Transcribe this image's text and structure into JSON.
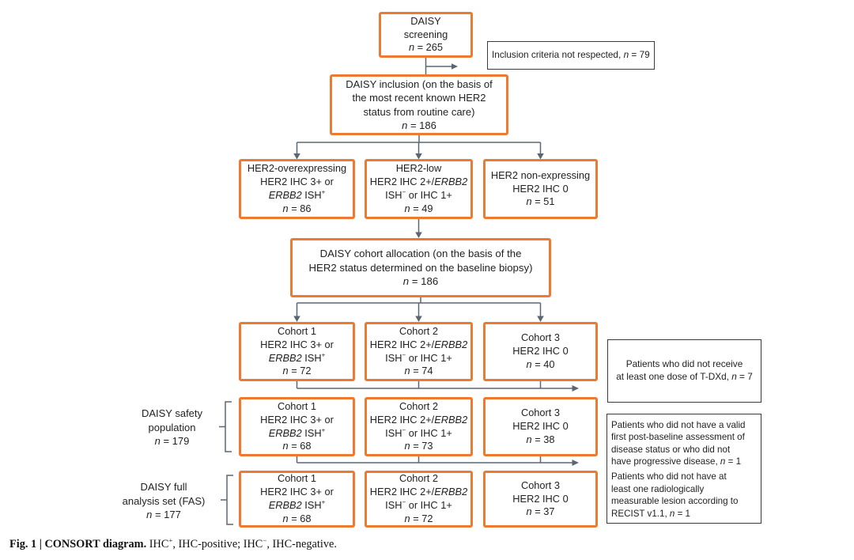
{
  "colors": {
    "box_border": "#ED7A30",
    "connector_line": "#5B6770",
    "exclusion_border": "#3A3A3A",
    "text": "#222222"
  },
  "screening": {
    "lines": [
      [
        {
          "t": "DAISY"
        }
      ],
      [
        {
          "t": "screening"
        }
      ],
      [
        {
          "t": "n",
          "i": true
        },
        {
          "t": " = 265"
        }
      ]
    ]
  },
  "screening_exclusion": {
    "lines": [
      [
        {
          "t": "Inclusion criteria not respected, "
        },
        {
          "t": "n",
          "i": true
        },
        {
          "t": " = 79"
        }
      ]
    ]
  },
  "inclusion": {
    "lines": [
      [
        {
          "t": "DAISY inclusion (on the basis of"
        }
      ],
      [
        {
          "t": "the most recent known HER2"
        }
      ],
      [
        {
          "t": "status from routine care)"
        }
      ],
      [
        {
          "t": "n",
          "i": true
        },
        {
          "t": " = 186"
        }
      ]
    ]
  },
  "her2_groups": {
    "overexpressing": {
      "lines": [
        [
          {
            "t": "HER2-overexpressing"
          }
        ],
        [
          {
            "t": "HER2 IHC 3+ or"
          }
        ],
        [
          {
            "t": "ERBB2",
            "i": true
          },
          {
            "t": " ISH"
          },
          {
            "t": "+",
            "s": true
          }
        ],
        [
          {
            "t": "n",
            "i": true
          },
          {
            "t": " = 86"
          }
        ]
      ]
    },
    "low": {
      "lines": [
        [
          {
            "t": "HER2-low"
          }
        ],
        [
          {
            "t": "HER2 IHC 2+/"
          },
          {
            "t": "ERBB2",
            "i": true
          }
        ],
        [
          {
            "t": "ISH"
          },
          {
            "t": "−",
            "s": true
          },
          {
            "t": " or IHC 1+"
          }
        ],
        [
          {
            "t": "n",
            "i": true
          },
          {
            "t": " = 49"
          }
        ]
      ]
    },
    "non_expressing": {
      "lines": [
        [
          {
            "t": "HER2 non-expressing"
          }
        ],
        [
          {
            "t": "HER2 IHC 0"
          }
        ],
        [
          {
            "t": "n",
            "i": true
          },
          {
            "t": " = 51"
          }
        ]
      ]
    }
  },
  "allocation": {
    "lines": [
      [
        {
          "t": "DAISY cohort allocation (on the basis of the"
        }
      ],
      [
        {
          "t": "HER2 status determined on the baseline biopsy)"
        }
      ],
      [
        {
          "t": "n",
          "i": true
        },
        {
          "t": " = 186"
        }
      ]
    ]
  },
  "rows": {
    "allocation_row": {
      "cohort1": {
        "lines": [
          [
            {
              "t": "Cohort 1"
            }
          ],
          [
            {
              "t": "HER2 IHC 3+ or"
            }
          ],
          [
            {
              "t": "ERBB2",
              "i": true
            },
            {
              "t": " ISH"
            },
            {
              "t": "+",
              "s": true
            }
          ],
          [
            {
              "t": "n",
              "i": true
            },
            {
              "t": " = 72"
            }
          ]
        ]
      },
      "cohort2": {
        "lines": [
          [
            {
              "t": "Cohort 2"
            }
          ],
          [
            {
              "t": "HER2 IHC 2+/"
            },
            {
              "t": "ERBB2",
              "i": true
            }
          ],
          [
            {
              "t": "ISH"
            },
            {
              "t": "−",
              "s": true
            },
            {
              "t": " or IHC 1+"
            }
          ],
          [
            {
              "t": "n",
              "i": true
            },
            {
              "t": " = 74"
            }
          ]
        ]
      },
      "cohort3": {
        "lines": [
          [
            {
              "t": "Cohort 3"
            }
          ],
          [
            {
              "t": "HER2 IHC 0"
            }
          ],
          [
            {
              "t": "n",
              "i": true
            },
            {
              "t": " = 40"
            }
          ]
        ]
      }
    },
    "safety": {
      "label": {
        "lines": [
          [
            {
              "t": "DAISY safety"
            }
          ],
          [
            {
              "t": "population"
            }
          ],
          [
            {
              "t": "n",
              "i": true
            },
            {
              "t": " = 179"
            }
          ]
        ]
      },
      "cohort1": {
        "lines": [
          [
            {
              "t": "Cohort 1"
            }
          ],
          [
            {
              "t": "HER2 IHC 3+ or"
            }
          ],
          [
            {
              "t": "ERBB2",
              "i": true
            },
            {
              "t": " ISH"
            },
            {
              "t": "+",
              "s": true
            }
          ],
          [
            {
              "t": "n",
              "i": true
            },
            {
              "t": " = 68"
            }
          ]
        ]
      },
      "cohort2": {
        "lines": [
          [
            {
              "t": "Cohort 2"
            }
          ],
          [
            {
              "t": "HER2 IHC 2+/"
            },
            {
              "t": "ERBB2",
              "i": true
            }
          ],
          [
            {
              "t": "ISH"
            },
            {
              "t": "−",
              "s": true
            },
            {
              "t": " or IHC 1+"
            }
          ],
          [
            {
              "t": "n",
              "i": true
            },
            {
              "t": " = 73"
            }
          ]
        ]
      },
      "cohort3": {
        "lines": [
          [
            {
              "t": "Cohort 3"
            }
          ],
          [
            {
              "t": "HER2 IHC 0"
            }
          ],
          [
            {
              "t": "n",
              "i": true
            },
            {
              "t": " = 38"
            }
          ]
        ]
      }
    },
    "fas": {
      "label": {
        "lines": [
          [
            {
              "t": "DAISY full"
            }
          ],
          [
            {
              "t": "analysis set (FAS)"
            }
          ],
          [
            {
              "t": "n",
              "i": true
            },
            {
              "t": " = 177"
            }
          ]
        ]
      },
      "cohort1": {
        "lines": [
          [
            {
              "t": "Cohort 1"
            }
          ],
          [
            {
              "t": "HER2 IHC 3+ or"
            }
          ],
          [
            {
              "t": "ERBB2",
              "i": true
            },
            {
              "t": " ISH"
            },
            {
              "t": "+",
              "s": true
            }
          ],
          [
            {
              "t": "n",
              "i": true
            },
            {
              "t": " = 68"
            }
          ]
        ]
      },
      "cohort2": {
        "lines": [
          [
            {
              "t": "Cohort 2"
            }
          ],
          [
            {
              "t": "HER2 IHC 2+/"
            },
            {
              "t": "ERBB2",
              "i": true
            }
          ],
          [
            {
              "t": "ISH"
            },
            {
              "t": "−",
              "s": true
            },
            {
              "t": " or IHC 1+"
            }
          ],
          [
            {
              "t": "n",
              "i": true
            },
            {
              "t": " = 72"
            }
          ]
        ]
      },
      "cohort3": {
        "lines": [
          [
            {
              "t": "Cohort 3"
            }
          ],
          [
            {
              "t": "HER2 IHC 0"
            }
          ],
          [
            {
              "t": "n",
              "i": true
            },
            {
              "t": " = 37"
            }
          ]
        ]
      }
    }
  },
  "tdxd_exclusion": {
    "lines": [
      [
        {
          "t": "Patients who did not receive"
        }
      ],
      [
        {
          "t": "at least one dose of T-DXd, "
        },
        {
          "t": "n",
          "i": true
        },
        {
          "t": " = 7"
        }
      ]
    ]
  },
  "fas_exclusion": {
    "lines": [
      [
        {
          "t": "Patients who did not have a valid"
        }
      ],
      [
        {
          "t": "first post-baseline assessment of"
        }
      ],
      [
        {
          "t": "disease status or who did not"
        }
      ],
      [
        {
          "t": "have progressive disease, "
        },
        {
          "t": "n",
          "i": true
        },
        {
          "t": " = 1"
        }
      ],
      [],
      [
        {
          "t": "Patients who did not have at"
        }
      ],
      [
        {
          "t": "least one radiologically"
        }
      ],
      [
        {
          "t": "measurable lesion according to"
        }
      ],
      [
        {
          "t": "RECIST v1.1, "
        },
        {
          "t": "n",
          "i": true
        },
        {
          "t": " = 1"
        }
      ]
    ]
  },
  "caption": {
    "lines": [
      [
        {
          "t": "Fig. 1 | CONSORT diagram. ",
          "b": true
        },
        {
          "t": "IHC"
        },
        {
          "t": "+",
          "s": true
        },
        {
          "t": ", IHC-positive; IHC"
        },
        {
          "t": "−",
          "s": true
        },
        {
          "t": ", IHC-negative."
        }
      ]
    ]
  }
}
